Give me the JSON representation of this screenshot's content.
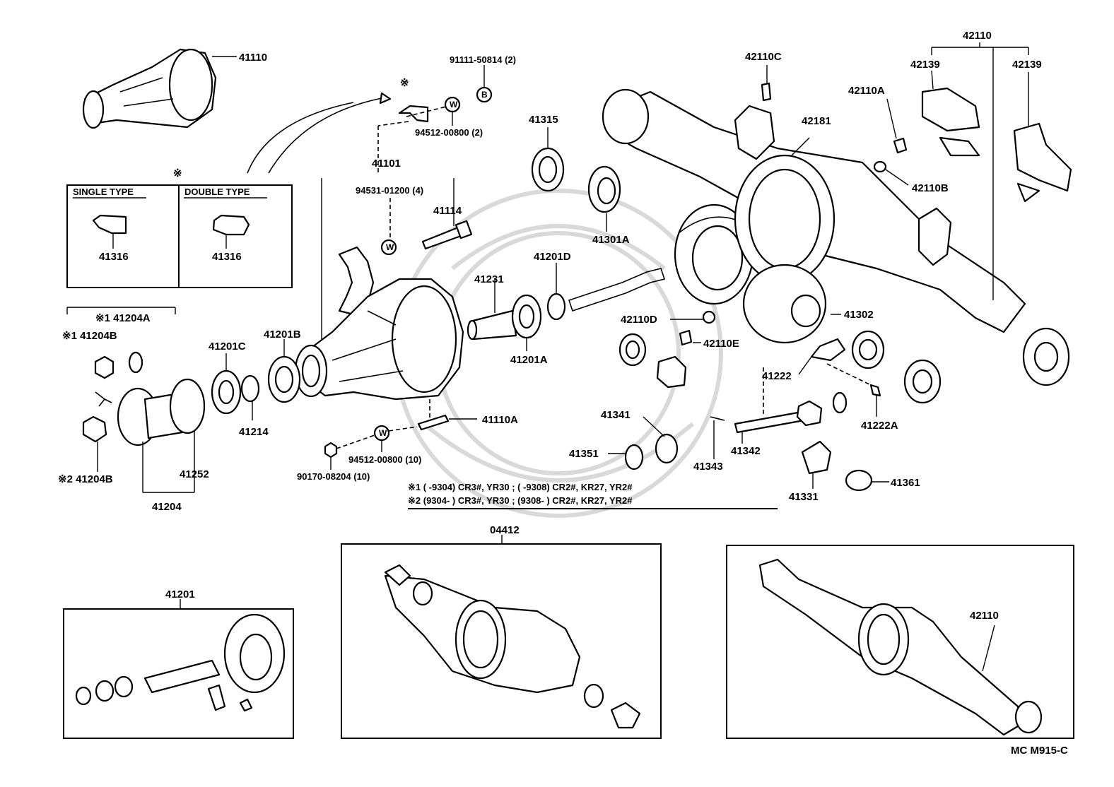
{
  "diagram": {
    "code": "MC  M915-C",
    "callouts": {
      "p41110": "41110",
      "p91111": "91111-50814 (2)",
      "p94512a": "94512-00800 (2)",
      "p41101": "41101",
      "p94531": "94531-01200 (4)",
      "p41114": "41114",
      "p41316a": "41316",
      "p41316b": "41316",
      "p41204A": "※1 41204A",
      "p41204B1": "※1 41204B",
      "p41204B2": "※2 41204B",
      "p41204": "41204",
      "p41252": "41252",
      "p41201C": "41201C",
      "p41201B": "41201B",
      "p41214": "41214",
      "p41231": "41231",
      "p41201D": "41201D",
      "p41201A": "41201A",
      "p41110A": "41110A",
      "p94512b": "94512-00800 (10)",
      "p90170": "90170-08204 (10)",
      "p41315": "41315",
      "p41301A": "41301A",
      "p42110C": "42110C",
      "p42181": "42181",
      "p42110A": "42110A",
      "p42110B": "42110B",
      "p42110top": "42110",
      "p42139a": "42139",
      "p42139b": "42139",
      "p42110D": "42110D",
      "p42110E": "42110E",
      "p41302": "41302",
      "p41222": "41222",
      "p41222A": "41222A",
      "p41341": "41341",
      "p41351": "41351",
      "p41343": "41343",
      "p41342": "41342",
      "p41331": "41331",
      "p41361": "41361",
      "p04412": "04412",
      "p41201": "41201",
      "p42110bottom": "42110"
    },
    "inset": {
      "marker": "※",
      "single": "SINGLE TYPE",
      "double": "DOUBLE TYPE"
    },
    "markers": {
      "asterisk_bracket": "※"
    },
    "notes": {
      "n1": "※1 (        -9304) CR3#, YR30 ; (        -9308) CR2#, KR27, YR2#",
      "n2": "※2 (9304-        ) CR3#, YR30 ; (9308-        ) CR2#, KR27, YR2#"
    },
    "washer_letters": {
      "w1": "W",
      "b1": "B",
      "w2": "W",
      "w3": "W"
    }
  }
}
